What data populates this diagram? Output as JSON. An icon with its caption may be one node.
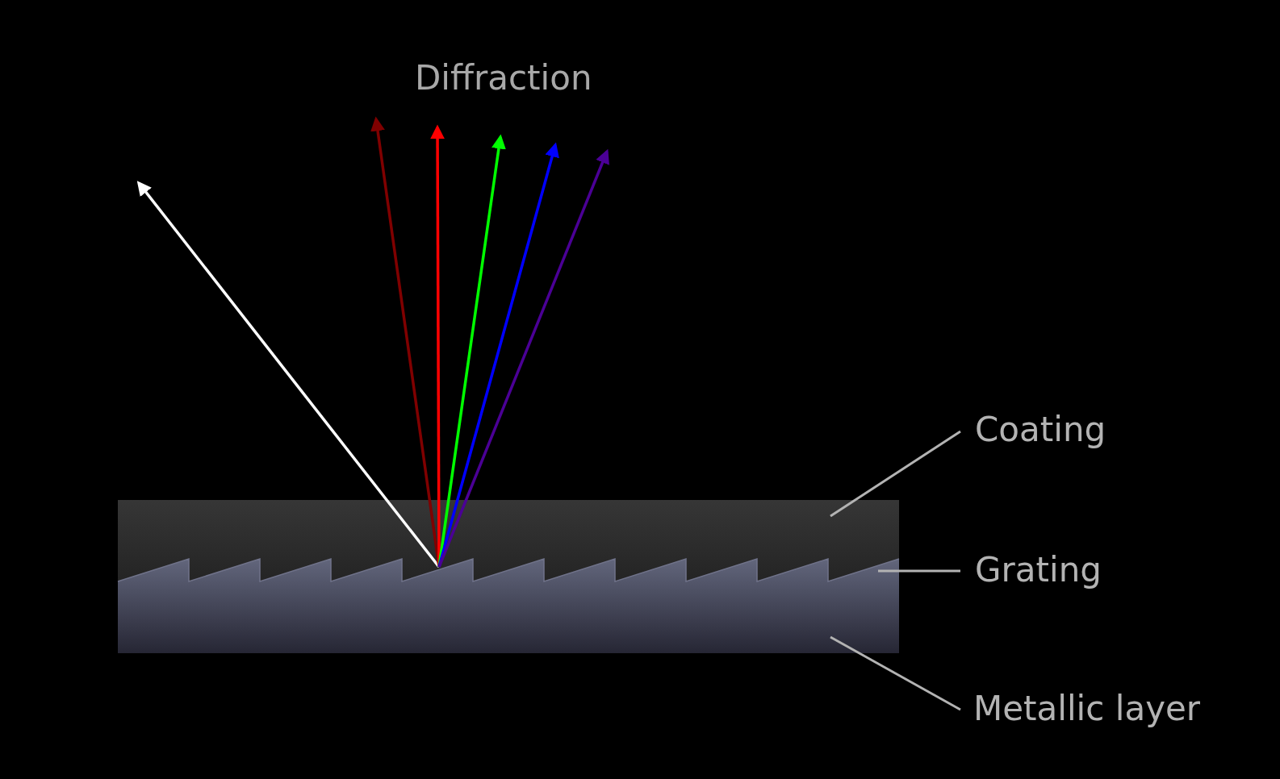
{
  "diagram": {
    "title": "Diffraction",
    "nodes": [
      {
        "text": [],
        "shape": "box"
      },
      {
        "text": [],
        "shape": "bar"
      },
      {
        "text": [],
        "shape": "box"
      },
      {
        "text": [
          "Coating"
        ]
      },
      {
        "text": [
          "Grating"
        ]
      },
      {
        "text": [
          "Metallic layer"
        ]
      }
    ],
    "edges": [
      {
        "from": 1,
        "to": null,
        "arrow": "to",
        "color": "#ffffff"
      },
      {
        "from": 1,
        "to": null,
        "arrow": "to",
        "color": "#800000"
      },
      {
        "from": 1,
        "to": null,
        "arrow": "to",
        "color": "#ff0000"
      },
      {
        "from": 1,
        "to": null,
        "arrow": "to",
        "color": "#00ff00"
      },
      {
        "from": 1,
        "to": null,
        "arrow": "to",
        "color": "#0000ff"
      },
      {
        "from": 1,
        "to": null,
        "arrow": "to",
        "color": "#4b0096"
      },
      {
        "from": 3,
        "to": 0,
        "arrow": "none",
        "color": "#b3b3b3"
      },
      {
        "from": 4,
        "to": 1,
        "arrow": "none",
        "color": "#b3b3b3"
      },
      {
        "from": 5,
        "to": 2,
        "arrow": "none",
        "color": "#b3b3b3"
      }
    ]
  }
}
